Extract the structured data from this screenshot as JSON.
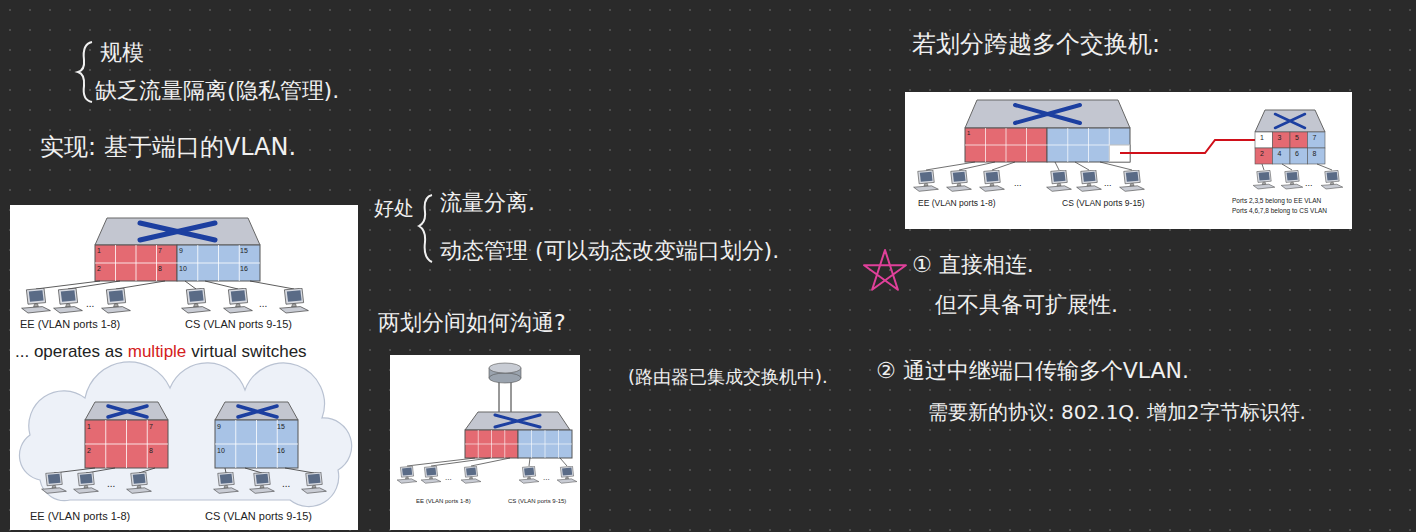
{
  "diagram": {
    "nodes": [
      {
        "text": [
          "1",
          "7",
          "2",
          "8",
          "9",
          "15",
          "10",
          "16",
          "...",
          "...",
          "EE (VLAN ports 1-8)",
          "CS (VLAN ports 9-15)",
          "... operates as",
          "multiple",
          "virtual switches",
          "1",
          "7",
          "2",
          "8",
          "9",
          "15",
          "10",
          "16",
          "...",
          "...",
          "EE (VLAN ports 1-8)",
          "CS (VLAN ports 9-15)"
        ]
      },
      {
        "text": [
          "...",
          "...",
          "EE (VLAN ports 1-8)",
          "CS (VLAN ports 9-15)"
        ]
      },
      {
        "text": [
          "1",
          "1",
          "3",
          "5",
          "7",
          "2",
          "4",
          "6",
          "8",
          "...",
          "...",
          "EE (VLAN ports 1-8)",
          "CS (VLAN ports 9-15)",
          "...",
          "Ports 2,3,5 belong to EE VLAN",
          "Ports 4,6,7,8 belong to CS VLAN"
        ]
      }
    ],
    "labels": [
      "规模",
      "缺乏流量隔离(隐私管理).",
      "实现: 基于端口的VLAN.",
      "好处",
      "流量分离.",
      "动态管理 (可以动态改变端口划分).",
      "两划分间如何沟通?",
      "(路由器已集成交换机中).",
      "若划分跨越多个交换机:",
      "① 直接相连.",
      "但不具备可扩展性.",
      "② 通过中继端口传输多个VLAN.",
      "需要新的协议: 802.1Q. 增加2字节标识符."
    ]
  }
}
